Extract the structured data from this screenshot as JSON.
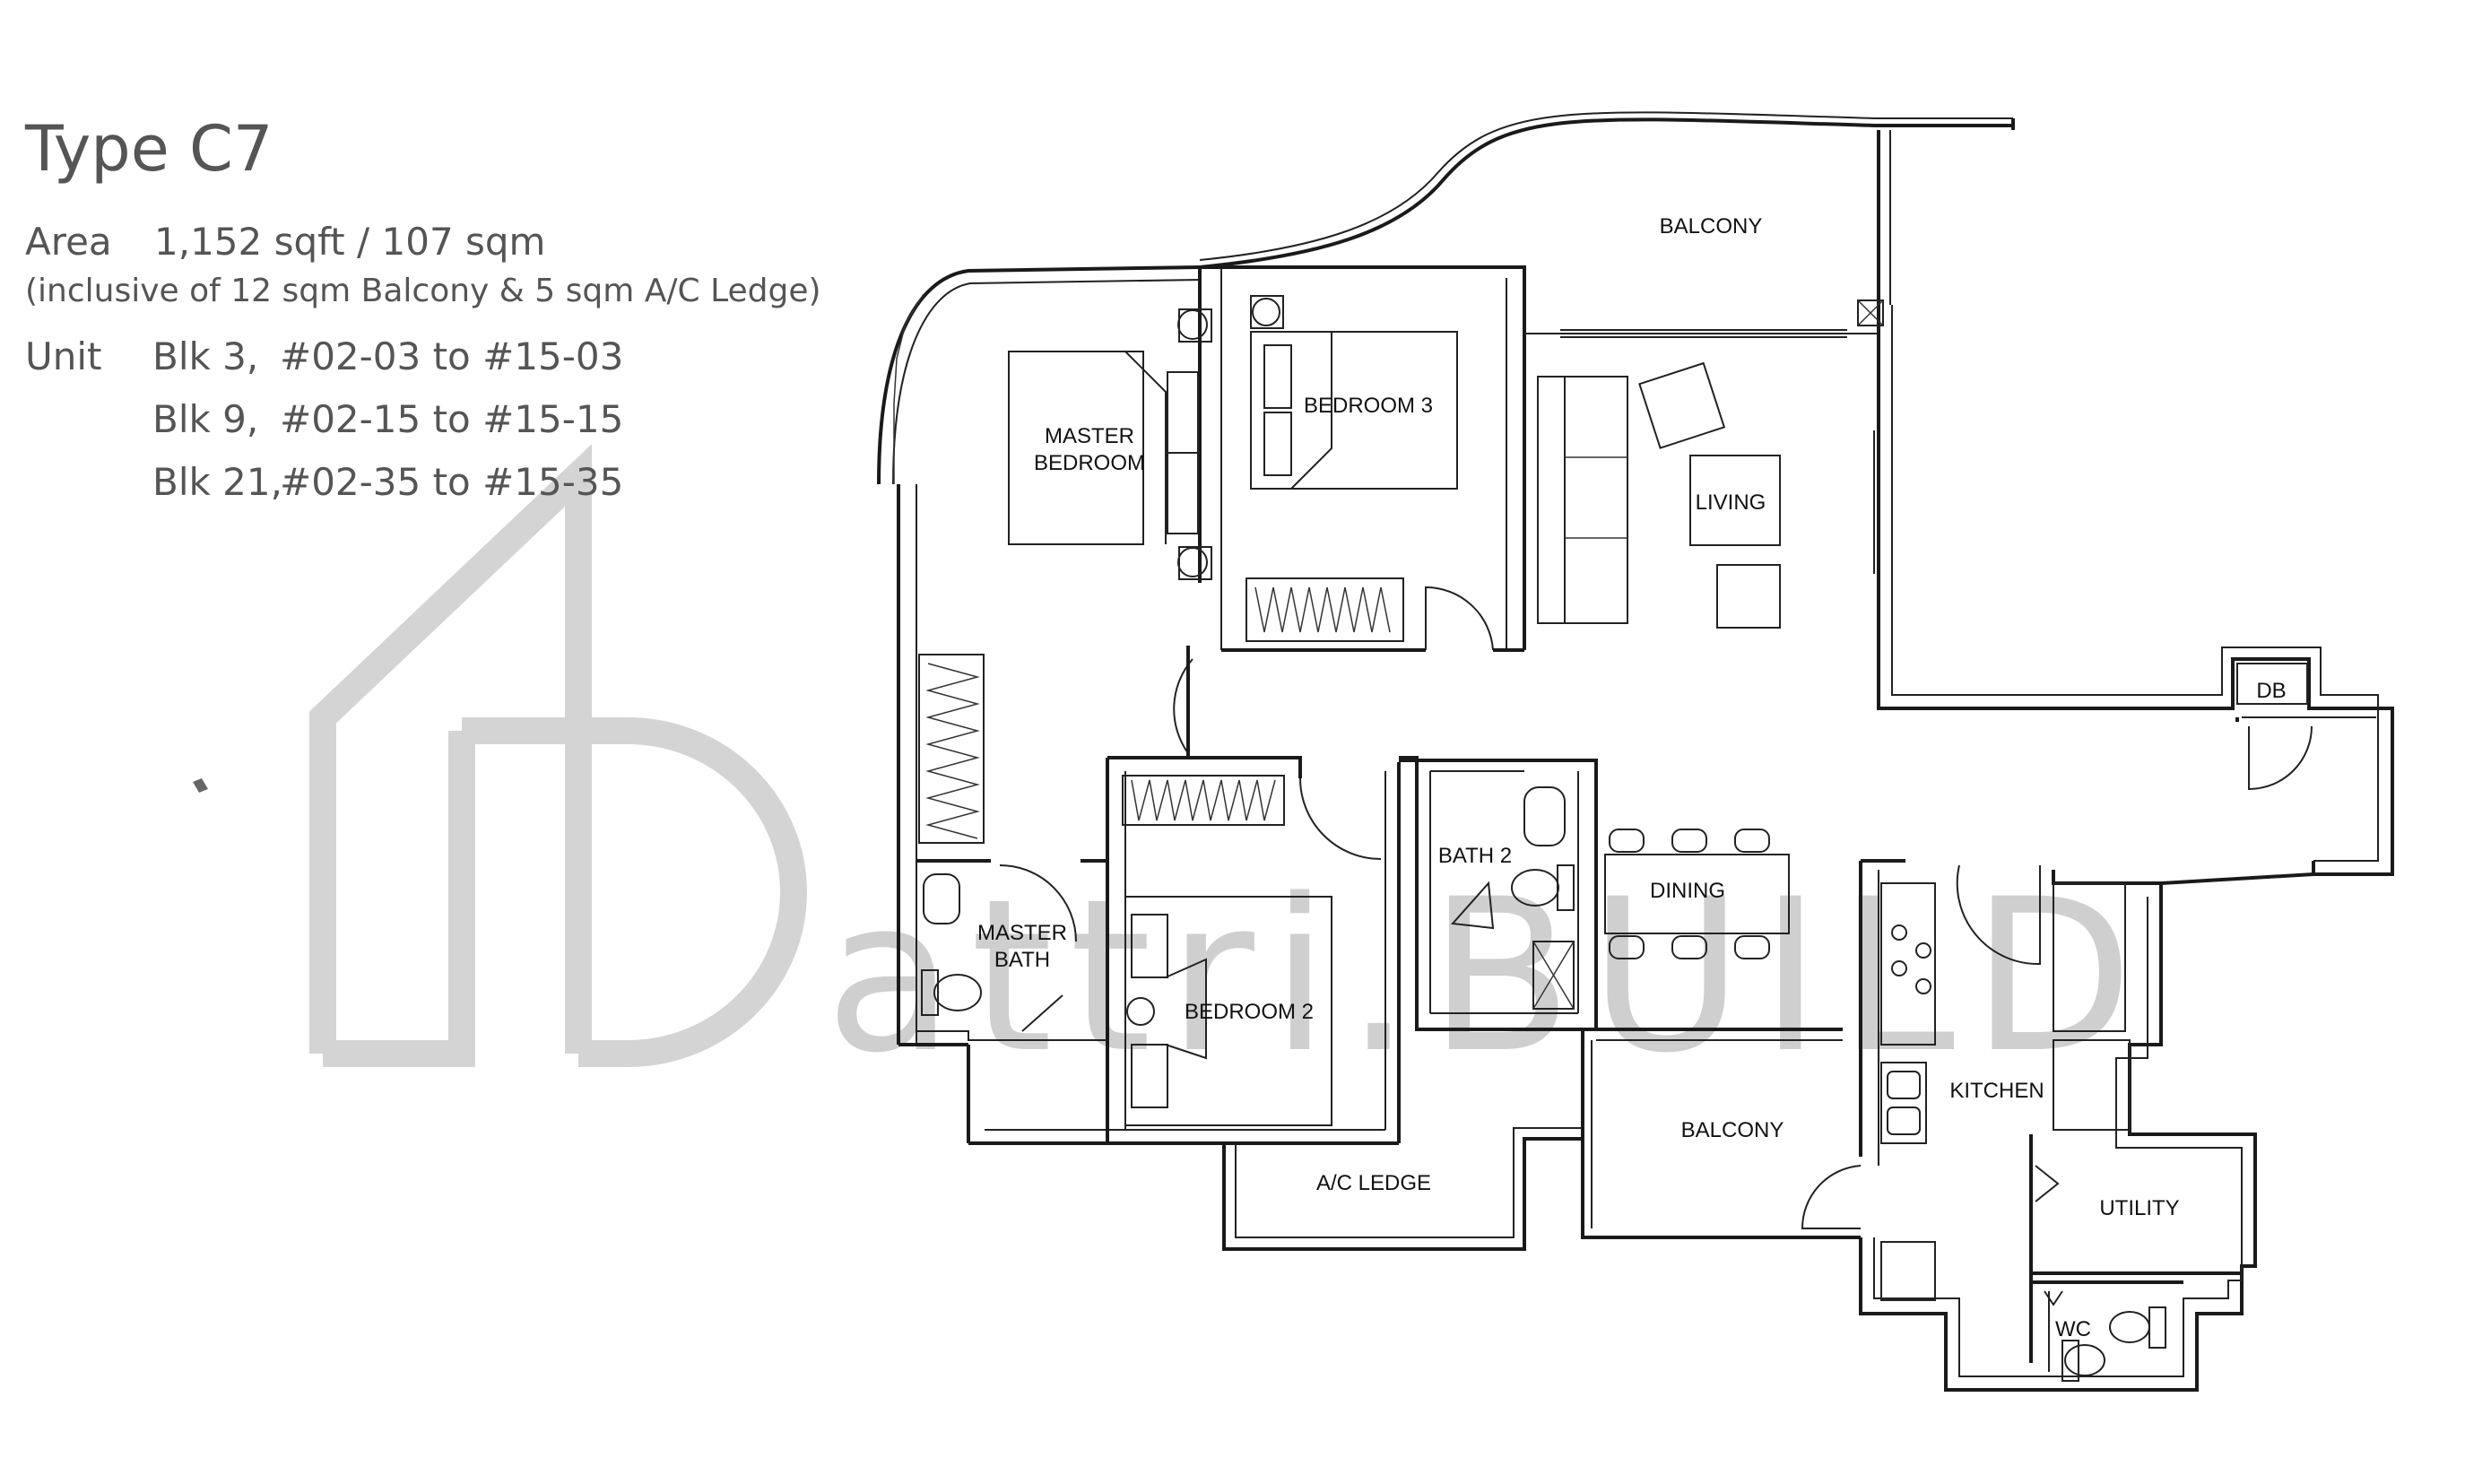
{
  "title": "Type C7",
  "area": {
    "label": "Area",
    "value": "1,152 sqft / 107 sqm",
    "note": "(inclusive of 12 sqm Balcony & 5 sqm A/C Ledge)"
  },
  "unit": {
    "label": "Unit",
    "rows": [
      {
        "blk": "Blk 3,",
        "range": "#02-03 to #15-03"
      },
      {
        "blk": "Blk 9,",
        "range": "#02-15 to #15-15"
      },
      {
        "blk": "Blk 21,",
        "range": "#02-35 to #15-35"
      }
    ]
  },
  "rooms": {
    "balcony_top": "BALCONY",
    "master_bedroom_1": "MASTER",
    "master_bedroom_2": "BEDROOM",
    "bedroom3": "BEDROOM 3",
    "living": "LIVING",
    "db": "DB",
    "master_bath_1": "MASTER",
    "master_bath_2": "BATH",
    "bedroom2": "BEDROOM 2",
    "bath2": "BATH 2",
    "dining": "DINING",
    "kitchen": "KITCHEN",
    "balcony_bottom": "BALCONY",
    "ac_ledge": "A/C LEDGE",
    "utility": "UTILITY",
    "wc": "WC"
  },
  "watermark": "attri.BUILD"
}
